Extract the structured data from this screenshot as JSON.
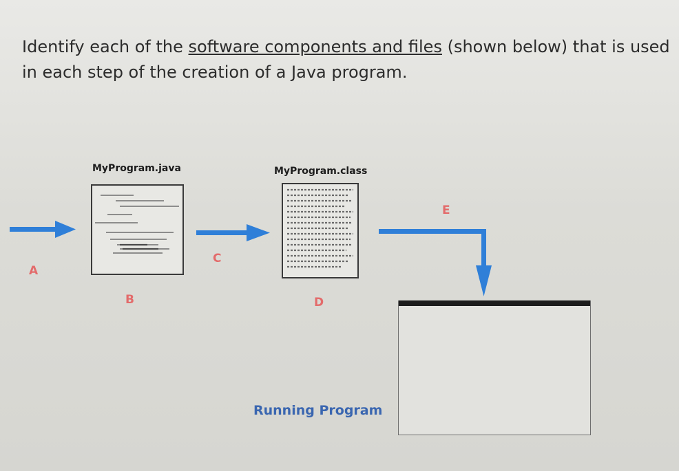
{
  "question": {
    "part1": "Identify each of the ",
    "underlined": "software components and files",
    "part2": " (shown below) that is used in each step of the creation of a Java program."
  },
  "files": {
    "source_name": "MyProgram.java",
    "class_name": "MyProgram.class"
  },
  "letters": {
    "a": "A",
    "b": "B",
    "c": "C",
    "d": "D",
    "e": "E"
  },
  "running_label": "Running Program",
  "colors": {
    "arrow": "#2f7fd8",
    "letter": "#e36b6b",
    "running_text": "#3a66b0"
  }
}
